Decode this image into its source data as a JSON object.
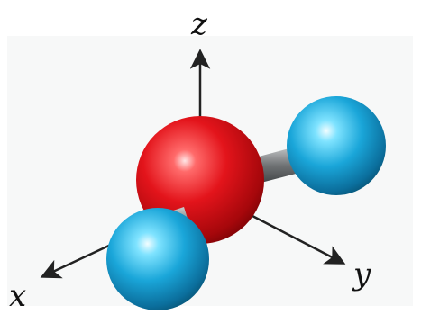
{
  "axes": {
    "x": "x",
    "y": "y",
    "z": "z"
  },
  "atoms": {
    "center": {
      "element": "O",
      "color": "#e3141b"
    },
    "terminal": {
      "element": "H",
      "color": "#1aa6d9"
    }
  },
  "bond_color": "#6f7274",
  "axis_color": "#222222",
  "background_color": "#f7f8f8"
}
